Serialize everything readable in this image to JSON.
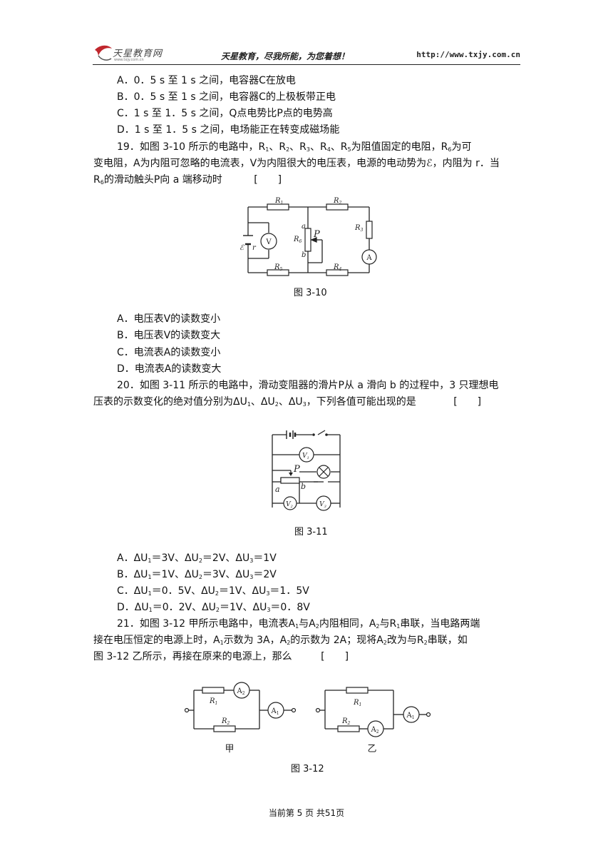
{
  "header": {
    "logo_text": "天星教育网",
    "logo_sub": "www.txjy.com.cn",
    "slogan": "天星教育，尽我所能，为您着想！",
    "url": "http://www.txjy.com.cn"
  },
  "q18_options": [
    "A．0．5 s 至 1 s 之间，电容器C在放电",
    "B．0．5 s 至 1 s 之间，电容器C的上极板带正电",
    "C．1 s 至 1．5 s 之间，Q点电势比P点的电势高",
    "D．1 s 至 1．5 s 之间，电场能正在转变成磁场能"
  ],
  "q19": {
    "number": "19．",
    "line1a": "如图 3-10 所示的电路中，R",
    "line1b": "、R",
    "line1c": "、R",
    "line1d": "、R",
    "line1e": "、R",
    "line1f": "为阻值固定的电阻，R",
    "line1g": "为可",
    "subs": [
      "1",
      "2",
      "3",
      "4",
      "5",
      "6"
    ],
    "line2": "变电阻，A为内阻可忽略的电流表，V为内阻很大的电压表，电源的电动势为ℰ，内阻为 r．当",
    "line3a": "R",
    "line3b": "的滑动触头P向 a 端移动时",
    "bracket": "[　　]",
    "figure_caption": "图 3-10",
    "options": [
      "A．电压表V的读数变小",
      "B．电压表V的读数变大",
      "C．电流表A的读数变小",
      "D．电流表A的读数变大"
    ],
    "fig": {
      "R1": "R",
      "R2": "R",
      "R3": "R",
      "R4": "R",
      "R5": "R",
      "R6": "R",
      "V": "V",
      "A": "A",
      "P": "P",
      "a": "a",
      "b": "b",
      "emf": "ℰ",
      "r": "r"
    }
  },
  "q20": {
    "line1": "20．如图 3-11 所示的电路中，滑动变阻器的滑片P从 a 滑向 b 的过程中，3 只理想电",
    "line2a": "压表的示数变化的绝对值分别为ΔU",
    "line2b": "、ΔU",
    "line2c": "、ΔU",
    "line2d": "，下列各值可能出现的是",
    "bracket": "[　　]",
    "figure_caption": "图 3-11",
    "options": [
      {
        "a": "A．ΔU",
        "b": "＝3V、ΔU",
        "c": "＝2V、ΔU",
        "d": "＝1V"
      },
      {
        "a": "B．ΔU",
        "b": "＝1V、ΔU",
        "c": "＝3V、ΔU",
        "d": "＝2V"
      },
      {
        "a": "C．ΔU",
        "b": "＝0．5V、ΔU",
        "c": "＝1V、ΔU",
        "d": "＝1．5V"
      },
      {
        "a": "D．ΔU",
        "b": "＝0．2V、ΔU",
        "c": "＝1V、ΔU",
        "d": "＝0．8V"
      }
    ],
    "fig": {
      "V1": "V",
      "V2": "V",
      "V3": "V",
      "P": "P",
      "a": "a",
      "b": "b"
    }
  },
  "q21": {
    "line1a": "21．如图 3-12 甲所示电路中，电流表A",
    "line1b": "与A",
    "line1c": "内阻相同，A",
    "line1d": "与R",
    "line1e": "串联，当电路两端",
    "line2a": "接在电压恒定的电源上时，A",
    "line2b": "示数为 3A，A",
    "line2c": "的示数为 2A；现将A",
    "line2d": "改为与R",
    "line2e": "串联，如",
    "line3": "图 3-12 乙所示，再接在原来的电源上，那么",
    "bracket": "[　　]",
    "figure_caption": "图 3-12",
    "fig": {
      "left_label": "甲",
      "right_label": "乙",
      "R": "R",
      "A": "A"
    }
  },
  "footer": "当前第 5 页 共51页"
}
